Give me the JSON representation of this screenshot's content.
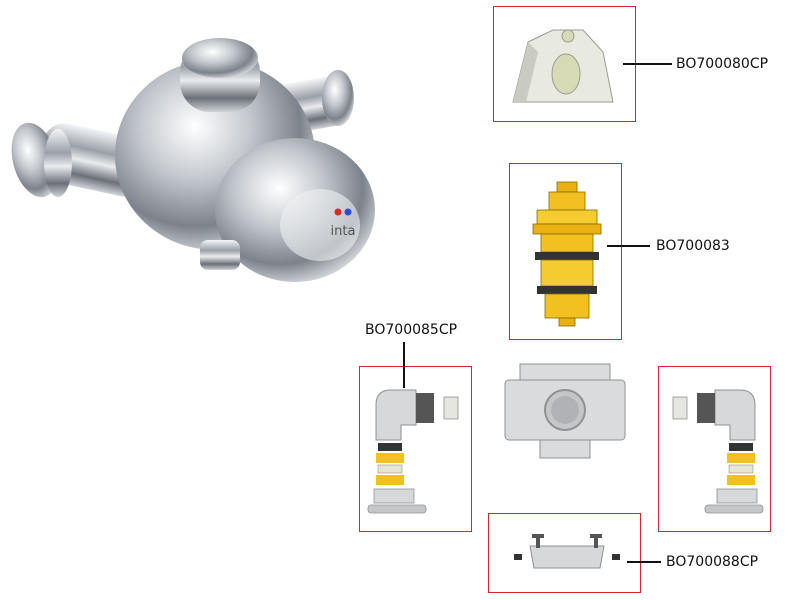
{
  "brand": {
    "logo_text": "inta",
    "hot_color": "#d42a2a",
    "cold_color": "#2a4fd4"
  },
  "accent": {
    "box_border": "#e0202a",
    "brass": "#f2c020",
    "chrome": "#c9ccd0"
  },
  "parts": [
    {
      "code": "BO700080CP",
      "icon": "valve-cover-icon"
    },
    {
      "code": "BO700083",
      "icon": "thermostatic-cartridge-icon"
    },
    {
      "code": "BO700085CP",
      "icon": "inlet-elbow-assembly-icon"
    },
    {
      "code": "BO700088CP",
      "icon": "wall-bracket-icon"
    }
  ]
}
